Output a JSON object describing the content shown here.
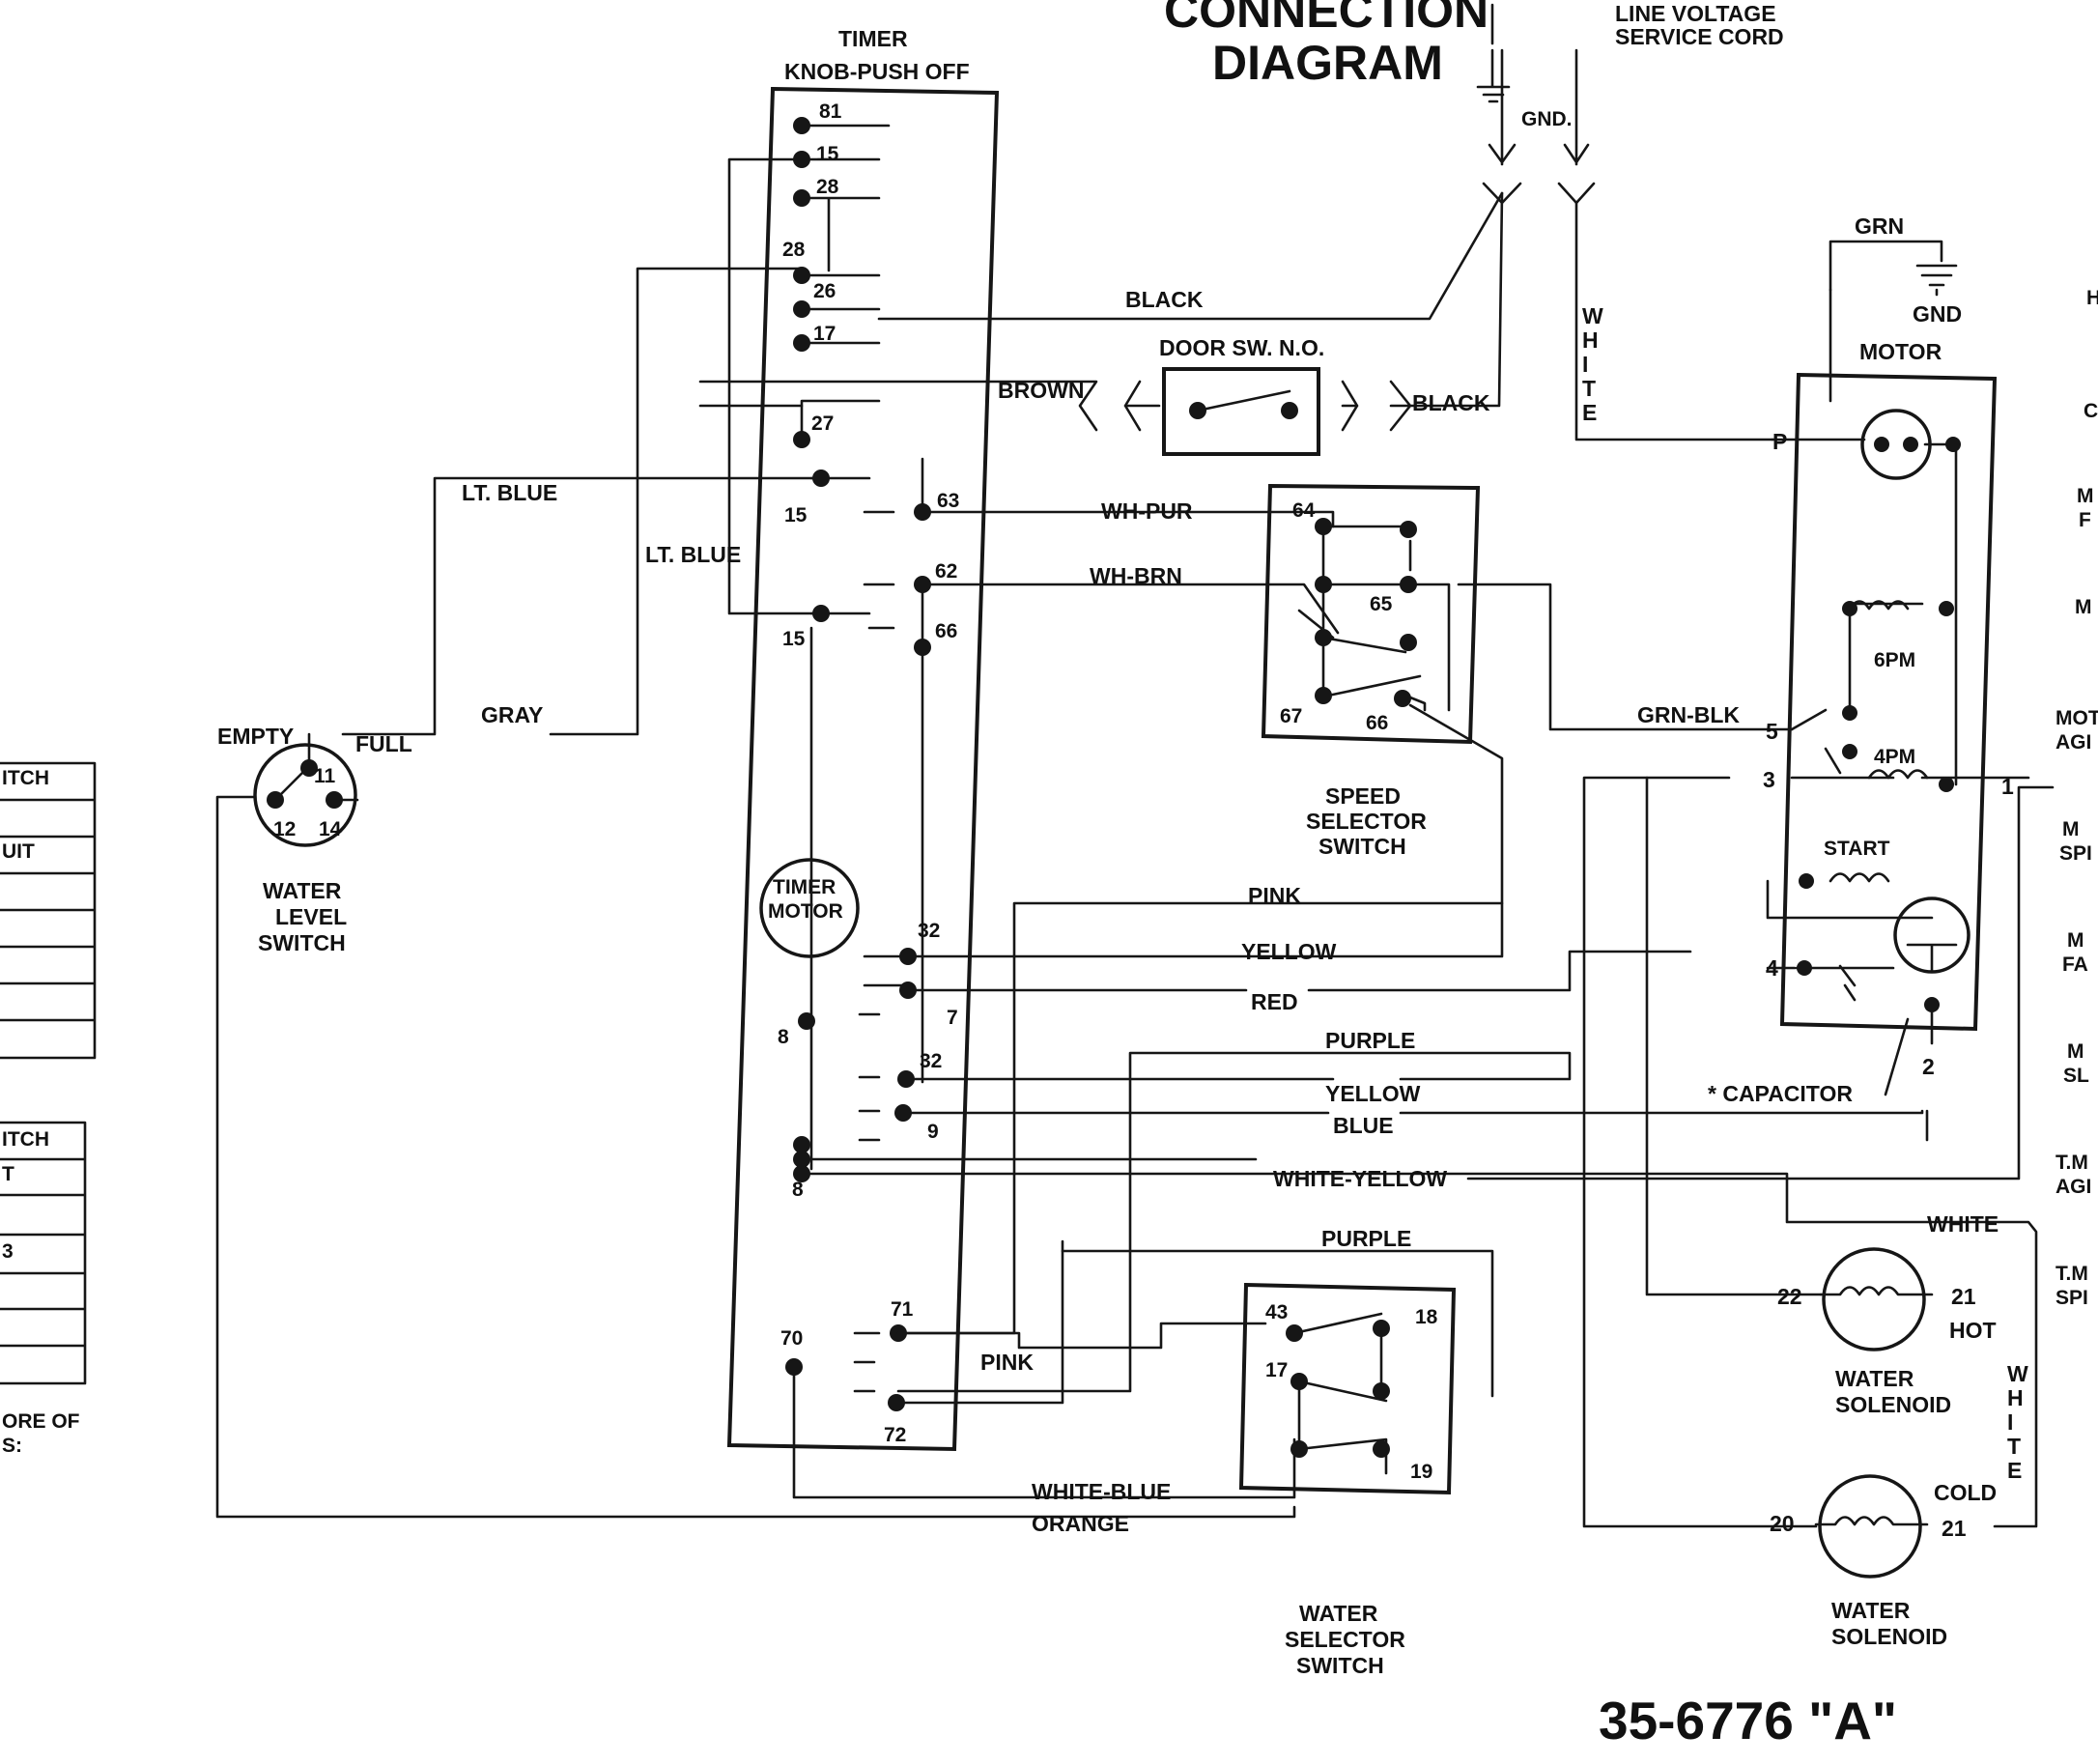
{
  "title": {
    "line1": "CONNECTION",
    "line2": "DIAGRAM"
  },
  "service_cord": {
    "line1": "LINE VOLTAGE",
    "line2": "SERVICE CORD",
    "ground": "GND."
  },
  "part_number": "35-6776 \"A\"",
  "timer": {
    "title1": "TIMER",
    "title2": "KNOB-PUSH OFF",
    "motor1": "TIMER",
    "motor2": "MOTOR",
    "terminals": [
      "81",
      "15",
      "28",
      "28",
      "26",
      "17",
      "27",
      "15",
      "63",
      "62",
      "15",
      "66",
      "32",
      "7",
      "8",
      "32",
      "9",
      "8",
      "70",
      "71",
      "72"
    ]
  },
  "wires": {
    "black": "BLACK",
    "brown": "BROWN",
    "black2": "BLACK",
    "lt_blue": "LT. BLUE",
    "lt_blue2": "LT. BLUE",
    "gray": "GRAY",
    "wh_pur": "WH-PUR",
    "wh_brn": "WH-BRN",
    "grn_blk": "GRN-BLK",
    "pink": "PINK",
    "yellow": "YELLOW",
    "red": "RED",
    "purple": "PURPLE",
    "yellow2": "YELLOW",
    "blue": "BLUE",
    "white_yellow": "WHITE-YELLOW",
    "white": "WHITE",
    "purple2": "PURPLE",
    "pink2": "PINK",
    "white_blue": "WHITE-BLUE",
    "orange": "ORANGE",
    "white_v": [
      "W",
      "H",
      "I",
      "T",
      "E"
    ],
    "white_v2": [
      "W",
      "H",
      "I",
      "T",
      "E"
    ],
    "grn": "GRN",
    "gnd": "GND"
  },
  "door_switch": {
    "label": "DOOR SW. N.O."
  },
  "speed_switch": {
    "line1": "SPEED",
    "line2": "SELECTOR",
    "line3": "SWITCH",
    "t64": "64",
    "t65": "65",
    "t67": "67",
    "t66": "66"
  },
  "water_level": {
    "empty": "EMPTY",
    "full": "FULL",
    "t11": "11",
    "t12": "12",
    "t14": "14",
    "line1": "WATER",
    "line2": "LEVEL",
    "line3": "SWITCH"
  },
  "water_selector": {
    "line1": "WATER",
    "line2": "SELECTOR",
    "line3": "SWITCH",
    "t43": "43",
    "t18": "18",
    "t17": "17",
    "t19": "19"
  },
  "motor": {
    "label": "MOTOR",
    "p": "P",
    "t5": "5",
    "t3": "3",
    "t4": "4",
    "t1": "1",
    "t2": "2",
    "pm6": "6PM",
    "pm4": "4PM",
    "start": "START",
    "capacitor": "* CAPACITOR"
  },
  "hot_solenoid": {
    "t22": "22",
    "t21": "21",
    "hot": "HOT",
    "line1": "WATER",
    "line2": "SOLENOID"
  },
  "cold_solenoid": {
    "t20": "20",
    "t21": "21",
    "cold": "COLD",
    "line1": "WATER",
    "line2": "SOLENOID"
  },
  "left_fragments": [
    "ITCH",
    "UIT",
    "ITCH",
    "T",
    "3",
    "ORE OF",
    "S:"
  ],
  "right_fragments": [
    "H",
    "C",
    "M",
    "F",
    "M",
    "MOT",
    "AGI",
    "M",
    "SPI",
    "M",
    "FA",
    "M",
    "SL",
    "T.M",
    "AGI",
    "T.M",
    "SPI"
  ]
}
